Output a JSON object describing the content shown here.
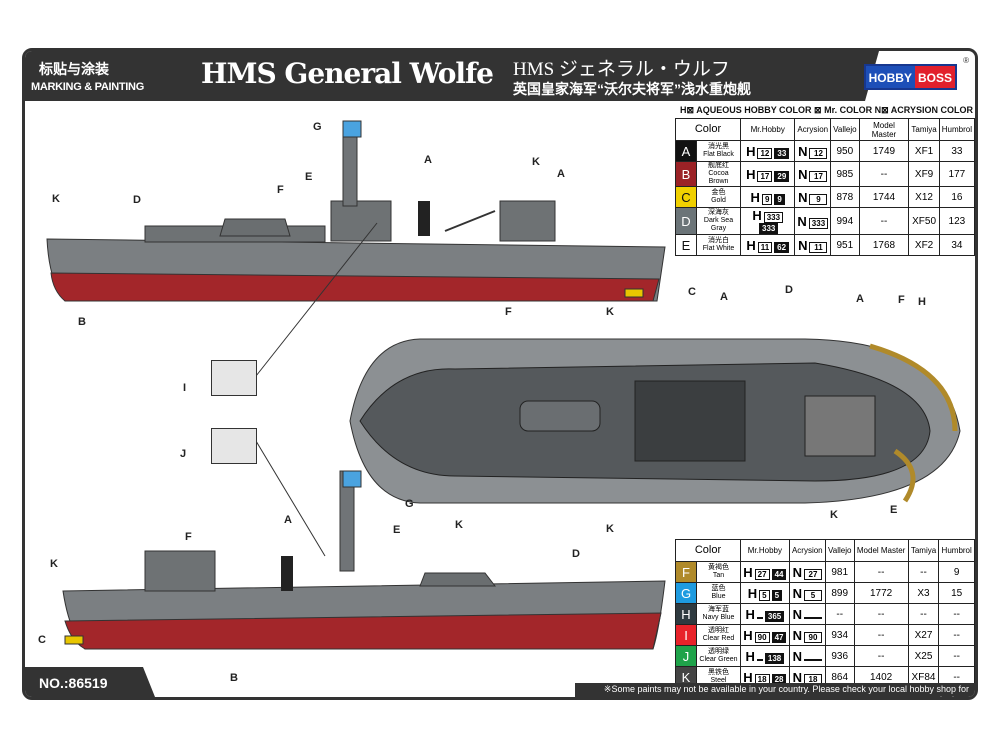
{
  "header": {
    "cn_label": "标贴与涂装",
    "en_label": "MARKING & PAINTING",
    "title": "HMS General Wolfe",
    "title_jp": "HMS ジェネラル・ウルフ",
    "title_cn": "英国皇家海军“沃尔夫将军”浅水重炮舰",
    "logo_left": "HOBBY",
    "logo_right": "BOSS",
    "registered": "®"
  },
  "legend": "H⊠ AQUEOUS HOBBY COLOR  ⊠ Mr. COLOR  N⊠ ACRYSION COLOR",
  "columns": [
    "Color",
    "Mr.Hobby",
    "Acrysion",
    "Vallejo",
    "Model Master",
    "Tamiya",
    "Humbrol"
  ],
  "table1": [
    {
      "code": "A",
      "cn": "消光黑",
      "en": "Flat Black",
      "color": "#111111",
      "h1": "12",
      "h2": "33",
      "n": "12",
      "vallejo": "950",
      "mm": "1749",
      "tamiya": "XF1",
      "humbrol": "33"
    },
    {
      "code": "B",
      "cn": "舰底红",
      "en": "Cocoa Brown",
      "color": "#9b2226",
      "h1": "17",
      "h2": "29",
      "n": "17",
      "vallejo": "985",
      "mm": "--",
      "tamiya": "XF9",
      "humbrol": "177"
    },
    {
      "code": "C",
      "cn": "金色",
      "en": "Gold",
      "color": "#f0d000",
      "h1": "9",
      "h2": "9",
      "n": "9",
      "vallejo": "878",
      "mm": "1744",
      "tamiya": "X12",
      "humbrol": "16"
    },
    {
      "code": "D",
      "cn": "深海灰",
      "en": "Dark Sea Gray",
      "color": "#6b7478",
      "h1": "333",
      "h2": "333",
      "n": "333",
      "vallejo": "994",
      "mm": "--",
      "tamiya": "XF50",
      "humbrol": "123"
    },
    {
      "code": "E",
      "cn": "消光白",
      "en": "Flat White",
      "color": "#ffffff",
      "h1": "11",
      "h2": "62",
      "n": "11",
      "vallejo": "951",
      "mm": "1768",
      "tamiya": "XF2",
      "humbrol": "34"
    }
  ],
  "table2": [
    {
      "code": "F",
      "cn": "黄褐色",
      "en": "Tan",
      "color": "#b08a2a",
      "h1": "27",
      "h2": "44",
      "n": "27",
      "vallejo": "981",
      "mm": "--",
      "tamiya": "--",
      "humbrol": "9"
    },
    {
      "code": "G",
      "cn": "蓝色",
      "en": "Blue",
      "color": "#1e9be0",
      "h1": "5",
      "h2": "5",
      "n": "5",
      "vallejo": "899",
      "mm": "1772",
      "tamiya": "X3",
      "humbrol": "15"
    },
    {
      "code": "H",
      "cn": "海军蓝",
      "en": "Navy Blue",
      "color": "#2f3a40",
      "h1": "",
      "h2": "365",
      "n": "",
      "vallejo": "--",
      "mm": "--",
      "tamiya": "--",
      "humbrol": "--"
    },
    {
      "code": "I",
      "cn": "透明红",
      "en": "Clear Red",
      "color": "#e8232a",
      "h1": "90",
      "h2": "47",
      "n": "90",
      "vallejo": "934",
      "mm": "--",
      "tamiya": "X27",
      "humbrol": "--"
    },
    {
      "code": "J",
      "cn": "透明绿",
      "en": "Clear Green",
      "color": "#1fa34a",
      "h1": "",
      "h2": "138",
      "n": "",
      "vallejo": "936",
      "mm": "--",
      "tamiya": "X25",
      "humbrol": "--"
    },
    {
      "code": "K",
      "cn": "黑铁色",
      "en": "Steel",
      "color": "#444444",
      "h1": "18",
      "h2": "28",
      "n": "18",
      "vallejo": "864",
      "mm": "1402",
      "tamiya": "XF84",
      "humbrol": "--"
    }
  ],
  "callouts": {
    "side_top": [
      "G",
      "E",
      "F",
      "A",
      "K",
      "A",
      "K",
      "D",
      "C",
      "B"
    ],
    "insets": [
      "I",
      "J"
    ],
    "plan": [
      "F",
      "K",
      "A",
      "D",
      "A",
      "F",
      "H",
      "K",
      "K",
      "E"
    ],
    "side_bottom": [
      "G",
      "E",
      "A",
      "K",
      "F",
      "D",
      "K",
      "C",
      "B"
    ]
  },
  "footer": {
    "number": "NO.:86519",
    "note": "※Some paints may not be available in your country. Please check your local hobby shop for substitute"
  }
}
